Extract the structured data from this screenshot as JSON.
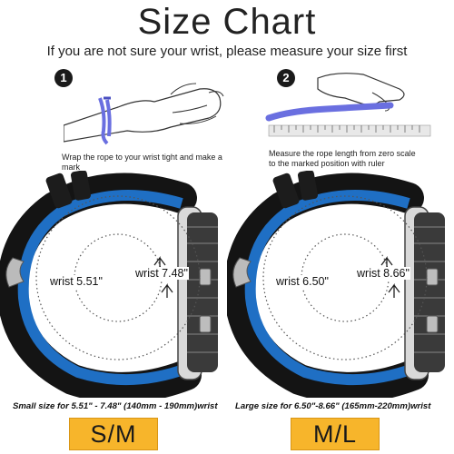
{
  "header": {
    "title": "Size Chart",
    "subtitle": "If you are not sure your wrist, please measure your size first"
  },
  "steps": [
    {
      "number": "1",
      "caption": "Wrap the rope to your wrist tight and make a mark"
    },
    {
      "number": "2",
      "caption_line1": "Measure the rope length from zero scale",
      "caption_line2": "to the marked position with ruler"
    }
  ],
  "bands": [
    {
      "min_label": "wrist 5.51\"",
      "max_label": "wrist 7.48\"",
      "note": "Small size for 5.51\" - 7.48\" (140mm - 190mm)wrist",
      "size": "S/M"
    },
    {
      "min_label": "wrist 6.50\"",
      "max_label": "wrist 8.66\"",
      "note": "Large size for 6.50\"-8.66\" (165mm-220mm)wrist",
      "size": "M/L"
    }
  ],
  "colors": {
    "band_black": "#141414",
    "band_blue": "#1f6fc4",
    "badge": "#f7b52b",
    "rope": "#6a6fe0"
  },
  "icons": [
    "hand-wrist-illustration",
    "hand-ruler-illustration",
    "watch-band-illustration"
  ]
}
